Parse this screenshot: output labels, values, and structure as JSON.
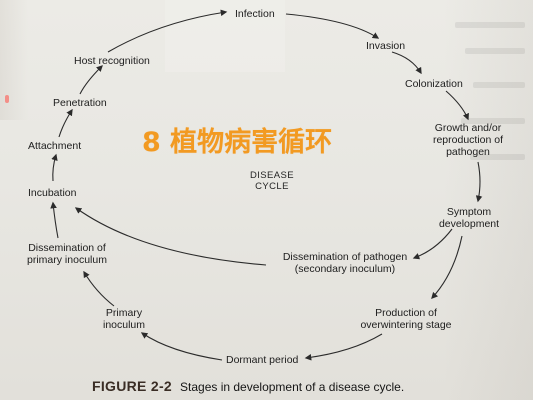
{
  "title_overlay": "8 植物病害循环",
  "center_label": [
    "DISEASE",
    "CYCLE"
  ],
  "labels": {
    "infection": "Infection",
    "invasion": "Invasion",
    "colonization": "Colonization",
    "growth": [
      "Growth and/or",
      "reproduction of",
      "pathogen"
    ],
    "symptom": [
      "Symptom",
      "development"
    ],
    "secondary": [
      "Dissemination of pathogen",
      "(secondary inoculum)"
    ],
    "overwintering": [
      "Production of",
      "overwintering stage"
    ],
    "dormant": "Dormant period",
    "primary": [
      "Primary",
      "inoculum"
    ],
    "dissemination": [
      "Dissemination of",
      "primary inoculum"
    ],
    "incubation": "Incubation",
    "attachment": "Attachment",
    "penetration": "Penetration",
    "host": "Host recognition"
  },
  "caption": {
    "figure": "FIGURE 2-2",
    "text": "Stages in development of a disease cycle."
  },
  "colors": {
    "overlay_orange": "#f29a22",
    "arrow": "#2b2b2b",
    "paper": "#ecebe6"
  }
}
